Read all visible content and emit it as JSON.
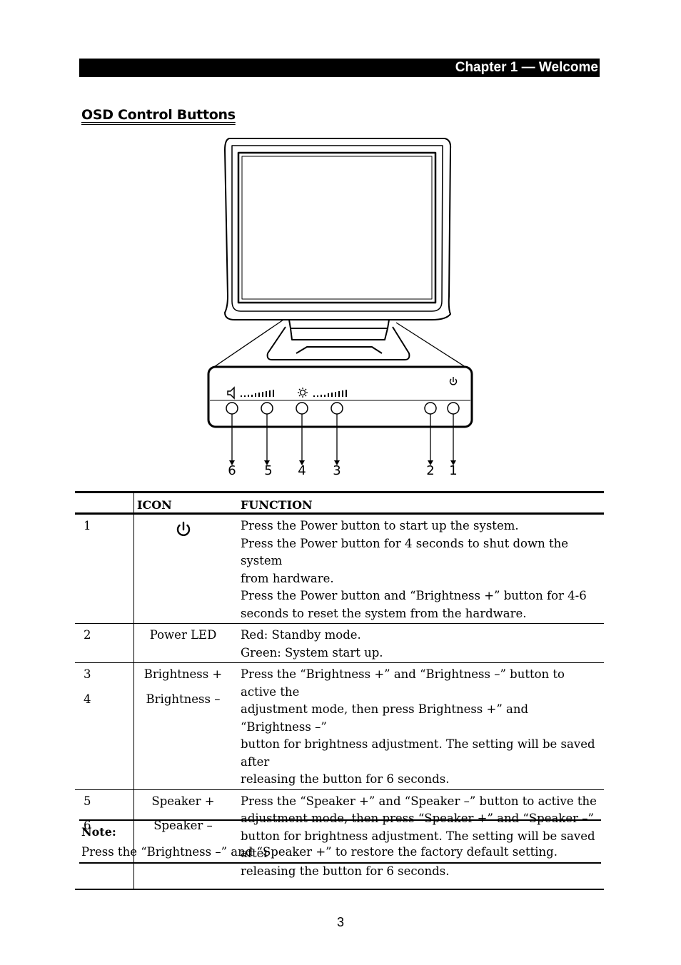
{
  "header": {
    "chapter": "Chapter 1 — Welcome"
  },
  "section": {
    "title": "OSD Control Buttons"
  },
  "figure": {
    "callouts": [
      "6",
      "5",
      "4",
      "3",
      "2",
      "1"
    ],
    "icons": [
      "speaker-icon",
      "brightness-icon",
      "power-icon"
    ]
  },
  "table": {
    "headers": {
      "no": "",
      "icon": "ICON",
      "function": "FUNCTION"
    },
    "rows": [
      {
        "numbers": [
          "1"
        ],
        "icon_names": [
          "power-icon"
        ],
        "function_lines": [
          "Press the Power button to start up the system.",
          "Press the Power button for 4 seconds to shut down the system",
          "from hardware.",
          "Press the Power button and “Brightness +” button for 4-6",
          "seconds to reset the system from the hardware."
        ]
      },
      {
        "numbers": [
          "2"
        ],
        "icon_names": [
          "Power LED"
        ],
        "function_lines": [
          "Red: Standby mode.",
          "Green: System start up."
        ]
      },
      {
        "numbers": [
          "3",
          "4"
        ],
        "icon_names": [
          "Brightness +",
          "Brightness –"
        ],
        "function_lines": [
          "Press the “Brightness +” and “Brightness –” button to active the",
          "adjustment mode, then press Brightness +” and “Brightness –”",
          "button for brightness adjustment. The setting will be saved after",
          "releasing the button for 6 seconds."
        ]
      },
      {
        "numbers": [
          "5",
          "6"
        ],
        "icon_names": [
          "Speaker +",
          "Speaker –"
        ],
        "function_lines": [
          "Press the “Speaker +” and “Speaker –” button to active the",
          "adjustment mode, then press “Speaker +” and “Speaker –”",
          "button for brightness adjustment. The setting will be saved after",
          "releasing the button for 6 seconds."
        ]
      }
    ]
  },
  "note": {
    "label": "Note:",
    "text": "Press the “Brightness –” and “Speaker +” to restore the factory default setting."
  },
  "footer": {
    "page_number": "3"
  }
}
